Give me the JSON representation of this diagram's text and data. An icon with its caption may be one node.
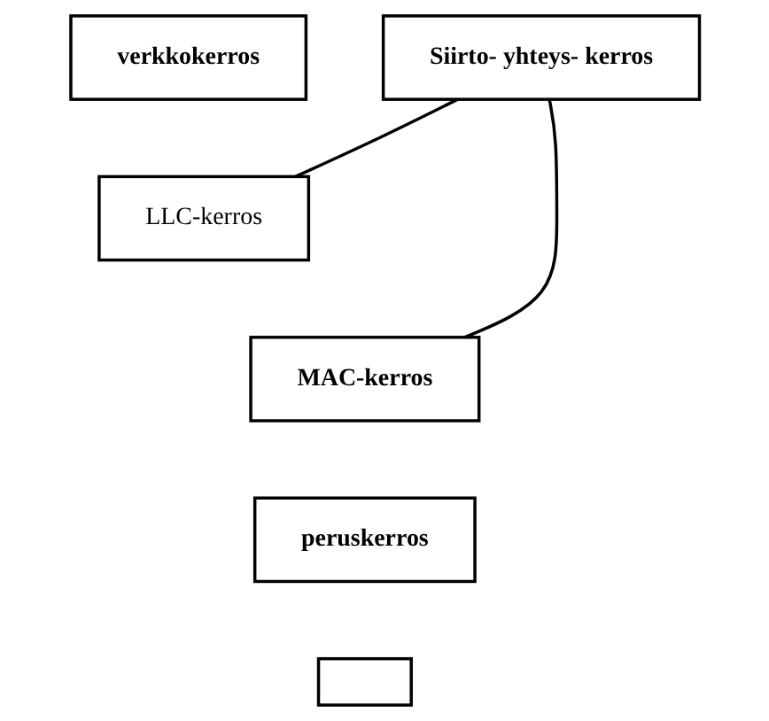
{
  "diagram": {
    "nodes": [
      {
        "text": [
          "verkkokerros"
        ]
      },
      {
        "text": [
          "LLC-kerros"
        ]
      },
      {
        "text": [
          "MAC-kerros"
        ]
      },
      {
        "text": [
          "peruskerros"
        ]
      },
      {
        "text": [
          "Siirto- yhteys- kerros"
        ]
      },
      {
        "text": [],
        "shape": "box"
      }
    ],
    "edges": [
      {
        "from": 4,
        "to": 1,
        "arrow": "none"
      },
      {
        "from": 4,
        "to": 2,
        "arrow": "none"
      }
    ]
  }
}
